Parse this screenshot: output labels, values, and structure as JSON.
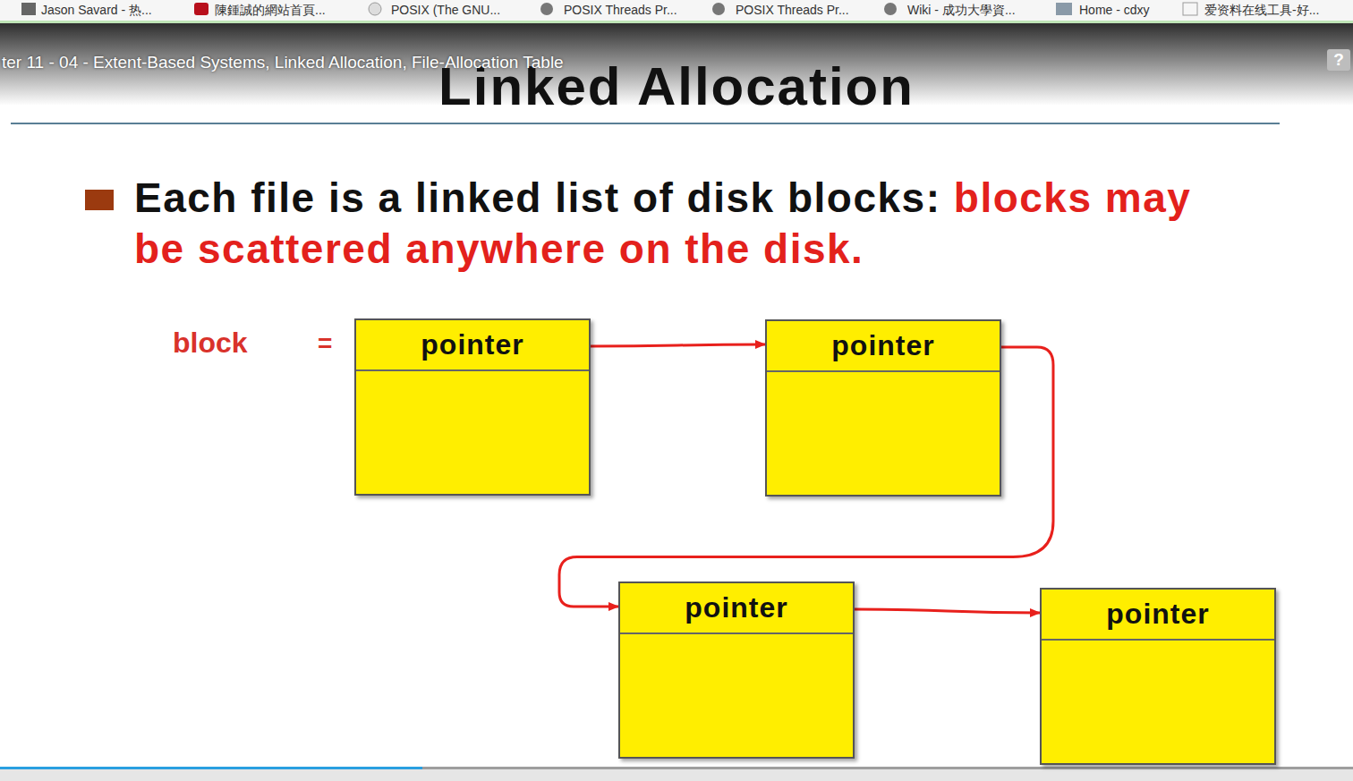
{
  "diagram": {
    "title": "Linked Allocation",
    "nodes": [
      {
        "text": [
          "pointer"
        ]
      },
      {
        "text": [
          "pointer"
        ]
      },
      {
        "text": [
          "pointer"
        ]
      },
      {
        "text": [
          "pointer"
        ]
      }
    ],
    "edges": [
      {
        "from": 0,
        "to": 1,
        "arrow": "to"
      },
      {
        "from": 1,
        "to": 2,
        "arrow": "to"
      },
      {
        "from": 2,
        "to": 3,
        "arrow": "to"
      }
    ],
    "labels": [
      "Jason Savard - 热...",
      "陳鍾誠的網站首頁...",
      "POSIX (The GNU...",
      "POSIX Threads Pr...",
      "POSIX Threads Pr...",
      "Wiki - 成功大學資...",
      "Home - cdxy",
      "爱资料在线工具-好...",
      "ter 11 - 04 - Extent-Based Systems, Linked Allocation, File-Allocation Table",
      "?",
      "Each file is a linked list of disk blocks:",
      "blocks may be scattered anywhere on the disk.",
      "block",
      "="
    ]
  }
}
